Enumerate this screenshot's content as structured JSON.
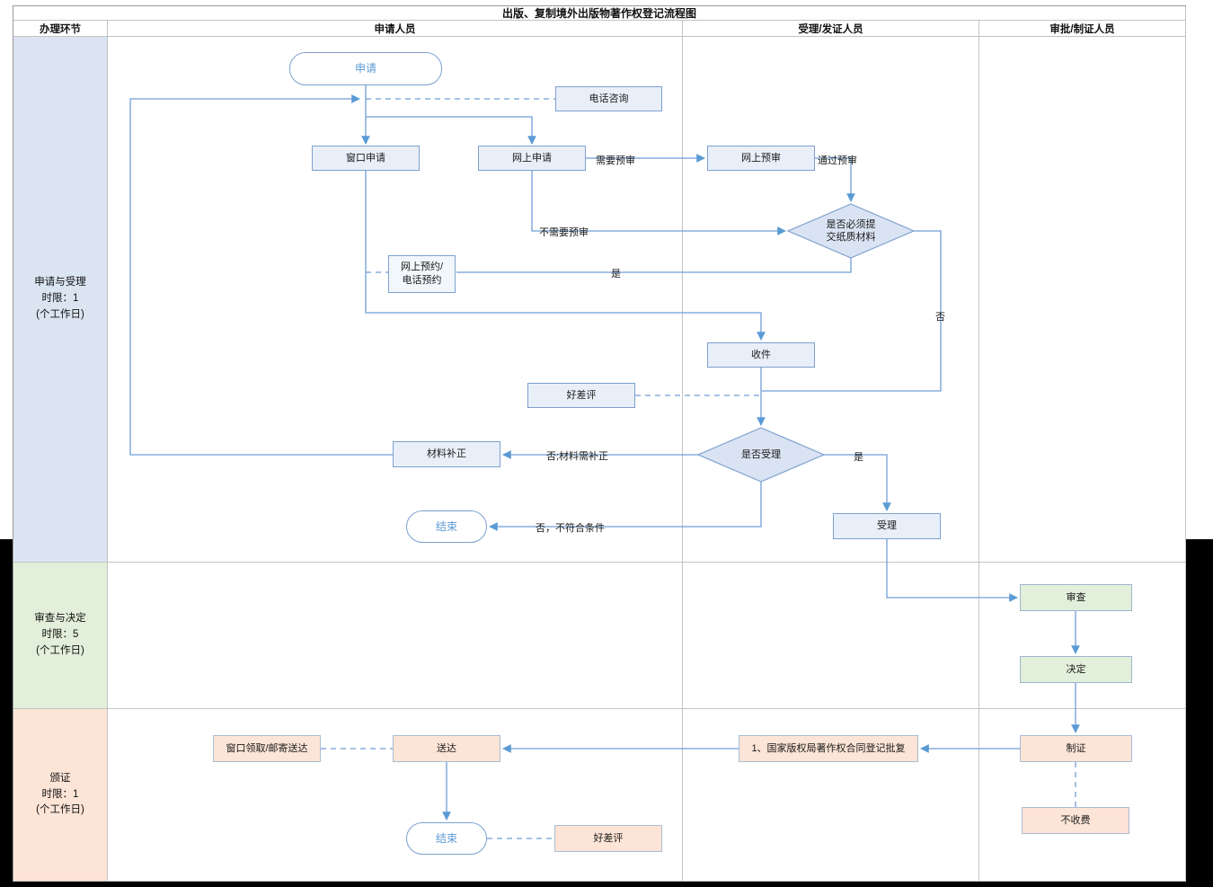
{
  "title": "出版、复制境外出版物著作权登记流程图",
  "columns": [
    "办理环节",
    "申请人员",
    "受理/发证人员",
    "审批/制证人员"
  ],
  "lanes": [
    {
      "label": "申请与受理\n时限：1\n(个工作日)",
      "color": "#dbe5f2"
    },
    {
      "label": "审查与决定\n时限：5\n(个工作日)",
      "color": "#e2efda"
    },
    {
      "label": "颁证\n时限：1\n(个工作日)",
      "color": "#fce4d6"
    }
  ],
  "nodes": {
    "start": "申请",
    "phone_consult": "电话咨询",
    "window_apply": "窗口申请",
    "online_apply": "网上申请",
    "online_prereview": "网上预审",
    "need_paper_decision": "是否必须提\n交纸质材料",
    "appointment": "网上预约/\n电话预约",
    "receive": "收件",
    "rating_top": "好差评",
    "accept_decision": "是否受理",
    "material_correction": "材料补正",
    "accept": "受理",
    "end_top": "结束",
    "examine": "审查",
    "decide": "决定",
    "make_cert": "制证",
    "no_fee": "不收费",
    "approval_doc": "1、国家版权局著作权合同登记批复",
    "deliver": "送达",
    "pickup": "窗口领取/邮寄送达",
    "end_bottom": "结束",
    "rating_bottom": "好差评"
  },
  "edge_labels": {
    "need_prereview": "需要预审",
    "pass_prereview": "通过预审",
    "no_prereview": "不需要预审",
    "yes_paper": "是",
    "no_paper": "否",
    "no_need_correction": "否;材料需补正",
    "yes_accept": "是",
    "no_reject": "否，不符合条件"
  },
  "colors": {
    "line": "#5b9bd5",
    "blue_fill": "#e9eff8",
    "blue_border": "#7da0cf",
    "diamond_fill": "#dae3f3",
    "green_fill": "#e2efda",
    "orange_fill": "#fce4d6",
    "lane1_bg": "#dbe5f2",
    "lane2_bg": "#e2efda",
    "lane3_bg": "#fce4d6",
    "stadium_text": "#5b9bd5"
  }
}
